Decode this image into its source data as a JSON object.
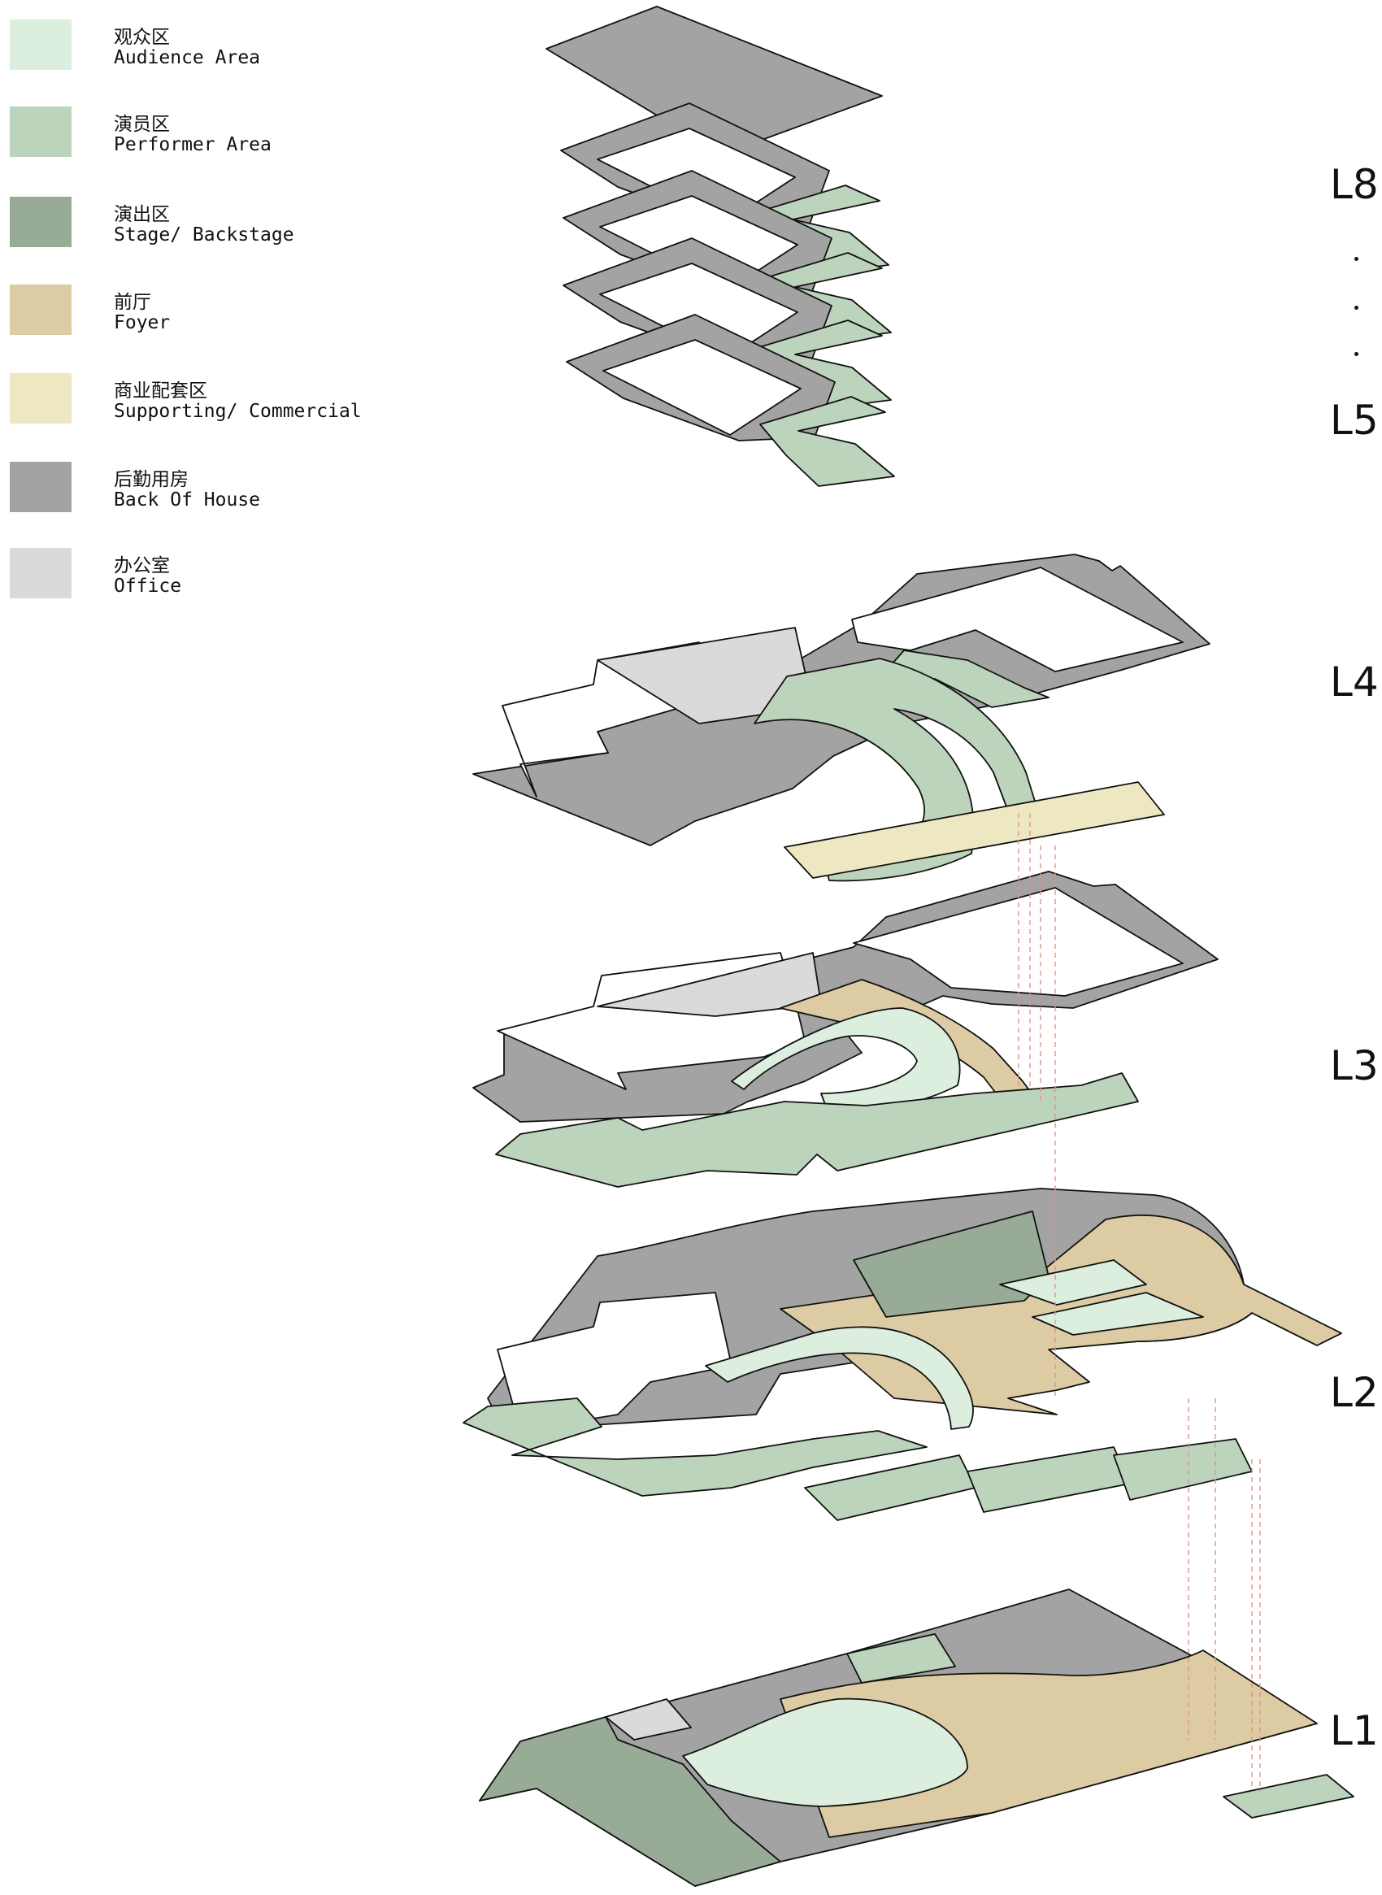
{
  "legend": [
    {
      "cn": "观众区",
      "en": "Audience Area",
      "color": "#dcefdf"
    },
    {
      "cn": "演员区",
      "en": "Performer Area",
      "color": "#bcd4bc"
    },
    {
      "cn": "演出区",
      "en": "Stage/ Backstage",
      "color": "#97ab97"
    },
    {
      "cn": "前厅",
      "en": "Foyer",
      "color": "#dccba3"
    },
    {
      "cn": "商业配套区",
      "en": "Supporting/ Commercial",
      "color": "#ede8c1"
    },
    {
      "cn": "后勤用房",
      "en": "Back Of House",
      "color": "#a3a3a3"
    },
    {
      "cn": "办公室",
      "en": "Office",
      "color": "#dadada"
    }
  ],
  "levels": {
    "l8": "L8",
    "l5": "L5",
    "l4": "L4",
    "l3": "L3",
    "l2": "L2",
    "l1": "L1"
  }
}
